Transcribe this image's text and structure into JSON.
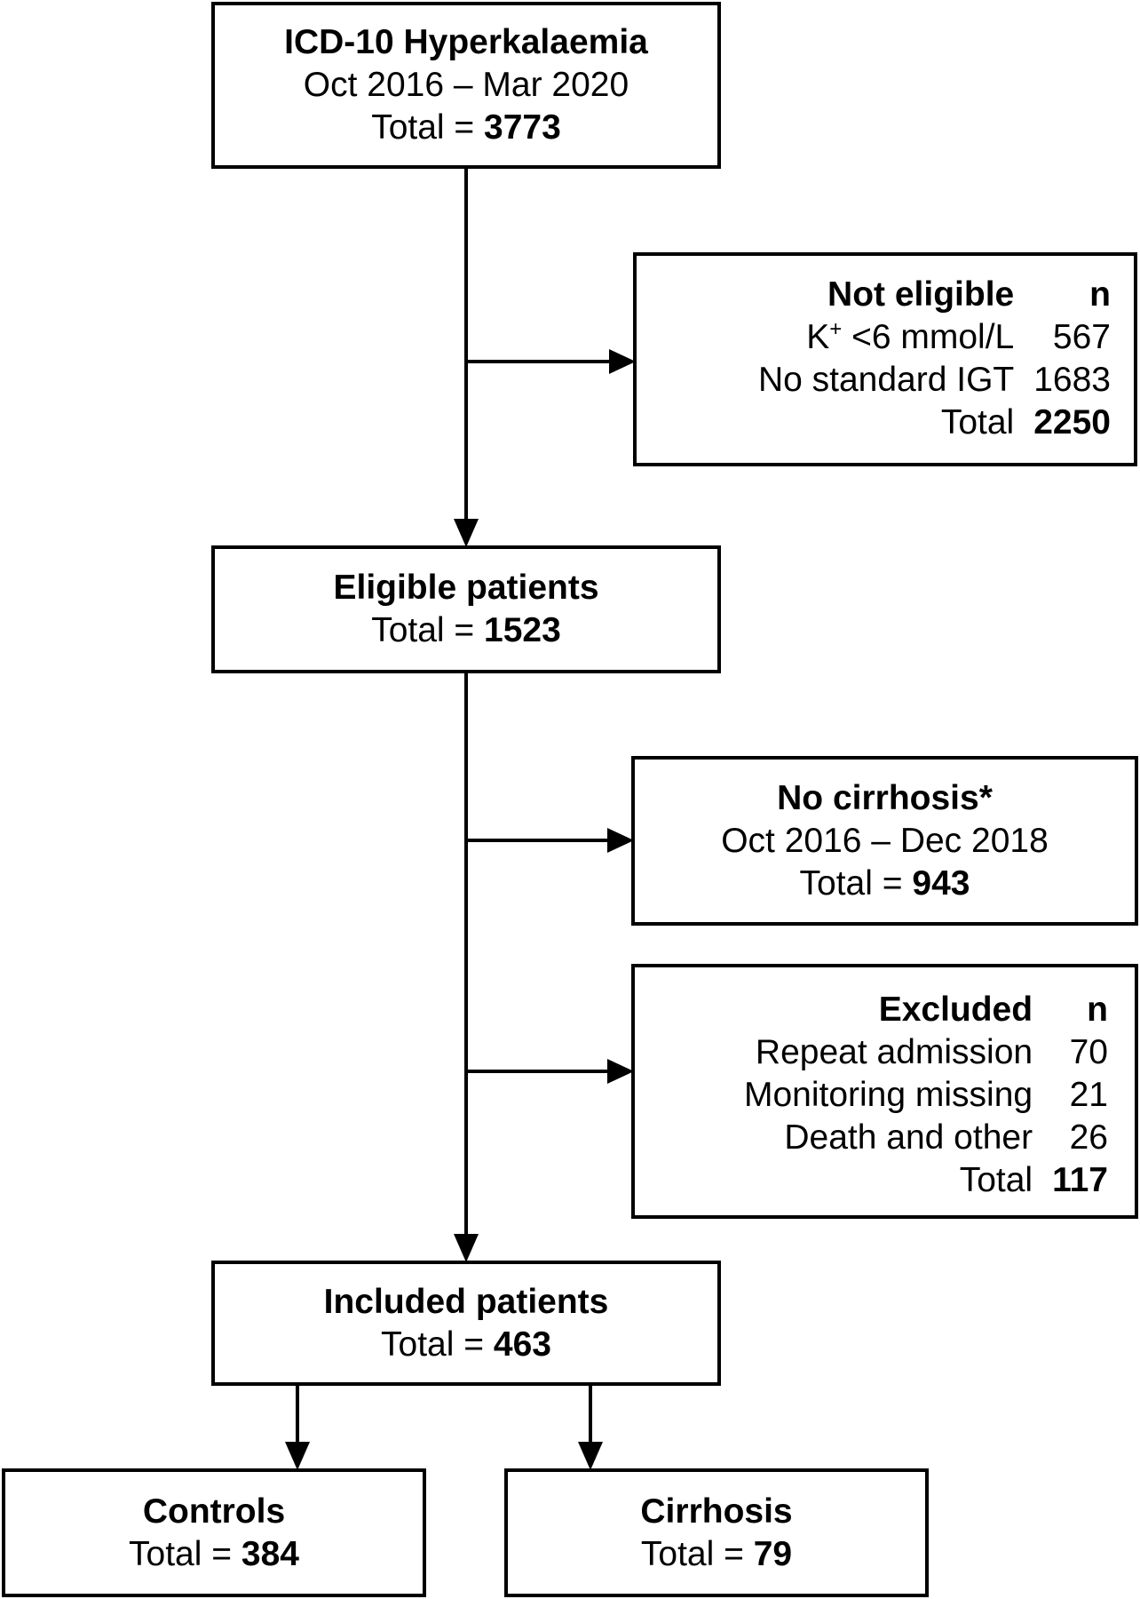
{
  "start": {
    "title": "ICD-10 Hyperkalaemia",
    "period": "Oct 2016 – Mar 2020",
    "total_label": "Total =",
    "total": "3773"
  },
  "not_eligible": {
    "title": "Not eligible",
    "n_header": "n",
    "rows": [
      {
        "label_main": "K",
        "label_sup": "+",
        "label_rest": " <6 mmol/L",
        "n": "567"
      },
      {
        "label": "No standard IGT",
        "n": "1683"
      }
    ],
    "total_label": "Total",
    "total": "2250"
  },
  "eligible": {
    "title": "Eligible patients",
    "total_label": "Total =",
    "total": "1523"
  },
  "no_cirrhosis": {
    "title": "No cirrhosis*",
    "period": "Oct 2016 – Dec 2018",
    "total_label": "Total =",
    "total": "943"
  },
  "excluded": {
    "title": "Excluded",
    "n_header": "n",
    "rows": [
      {
        "label": "Repeat admission",
        "n": "70"
      },
      {
        "label": "Monitoring missing",
        "n": "21"
      },
      {
        "label": "Death and other",
        "n": "26"
      }
    ],
    "total_label": "Total",
    "total": "117"
  },
  "included": {
    "title": "Included patients",
    "total_label": "Total =",
    "total": "463"
  },
  "controls": {
    "title": "Controls",
    "total_label": "Total =",
    "total": "384"
  },
  "cirrhosis": {
    "title": "Cirrhosis",
    "total_label": "Total =",
    "total": "79"
  }
}
